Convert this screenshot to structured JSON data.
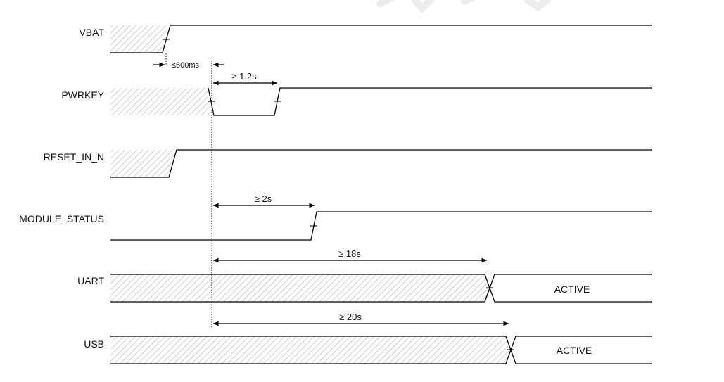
{
  "signals": {
    "vbat": "VBAT",
    "pwrkey": "PWRKEY",
    "reset": "RESET_IN_N",
    "module_status": "MODULE_STATUS",
    "uart": "UART",
    "usb": "USB"
  },
  "timings": {
    "vbat_to_pwrkey": "≤600ms",
    "pwrkey_low": "≥ 1.2s",
    "module_status": "≥ 2s",
    "uart": "≥ 18s",
    "usb": "≥ 20s"
  },
  "states": {
    "uart_active": "ACTIVE",
    "usb_active": "ACTIVE"
  },
  "colors": {
    "line": "#000000",
    "hatch": "#9a9a9a",
    "background": "#ffffff"
  }
}
